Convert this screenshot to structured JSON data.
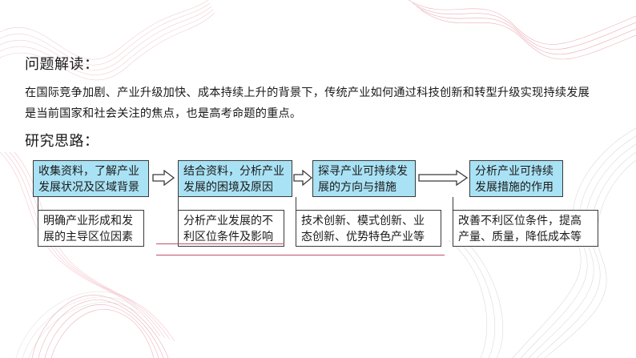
{
  "headings": {
    "interpretation": "问题解读：",
    "research": "研究思路："
  },
  "paragraph": {
    "line1": "在国际竞争加剧、产业升级加快、成本持续上升的背景下，传统产业如何通过科技创新和转型升级实现持续发展",
    "line2": "是当前国家和社会关注的焦点，也是高考命题的重点。"
  },
  "flow": {
    "steps": [
      {
        "title_line1": "收集资料，了解产业",
        "title_line2": "发展状况及区域背景",
        "detail_line1": "明确产业形成和发",
        "detail_line2": "展的主导区位因素"
      },
      {
        "title_line1": "结合资料，分析产业",
        "title_line2": "发展的困境及原因",
        "detail_line1": "分析产业发展的不",
        "detail_line2": "利区位条件及影响"
      },
      {
        "title_line1": "探寻产业可持续发",
        "title_line2": "展的方向与措施",
        "detail_line1": "技术创新、模式创新、业",
        "detail_line2": "态创新、优势特色产业等"
      },
      {
        "title_line1": "分析产业可持续",
        "title_line2": "发展措施的作用",
        "detail_line1": "改善不利区位条件，提高",
        "detail_line2": "产量、质量，降低成本等"
      }
    ],
    "arrow_icon": "hollow-right-arrow",
    "colors": {
      "box_fill": "#a9e2f4",
      "border": "#3a3a3a",
      "accent_line": "#c0506a"
    }
  }
}
